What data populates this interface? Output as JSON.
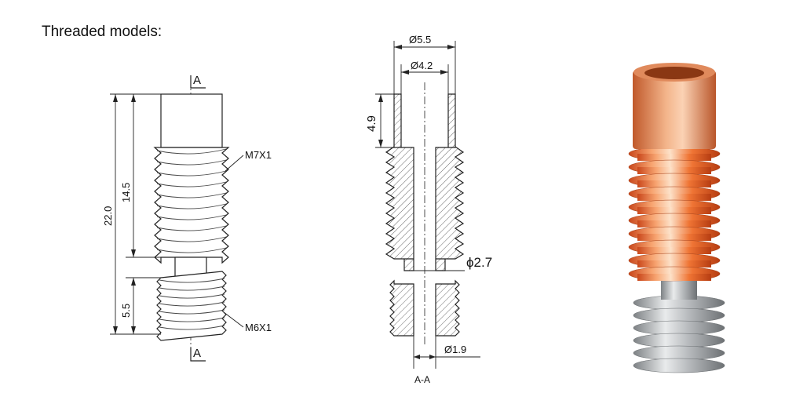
{
  "title": "Threaded models:",
  "side_view": {
    "section_marker_top": "A",
    "section_marker_bottom": "A",
    "dim_total": "22.0",
    "dim_upper": "14.5",
    "dim_lower": "5.5",
    "thread_upper": "M7X1",
    "thread_lower": "M6X1"
  },
  "section_view": {
    "outer_diameter": "Ø5.5",
    "inner_diameter": "Ø4.2",
    "bore_depth": "4.9",
    "neck_diameter": "ϕ2.7",
    "nozzle_bore": "Ø1.9",
    "section_label": "A-A"
  },
  "colors": {
    "copper": "#f07a3c",
    "steel": "#b9bcbf",
    "line": "#222222"
  }
}
